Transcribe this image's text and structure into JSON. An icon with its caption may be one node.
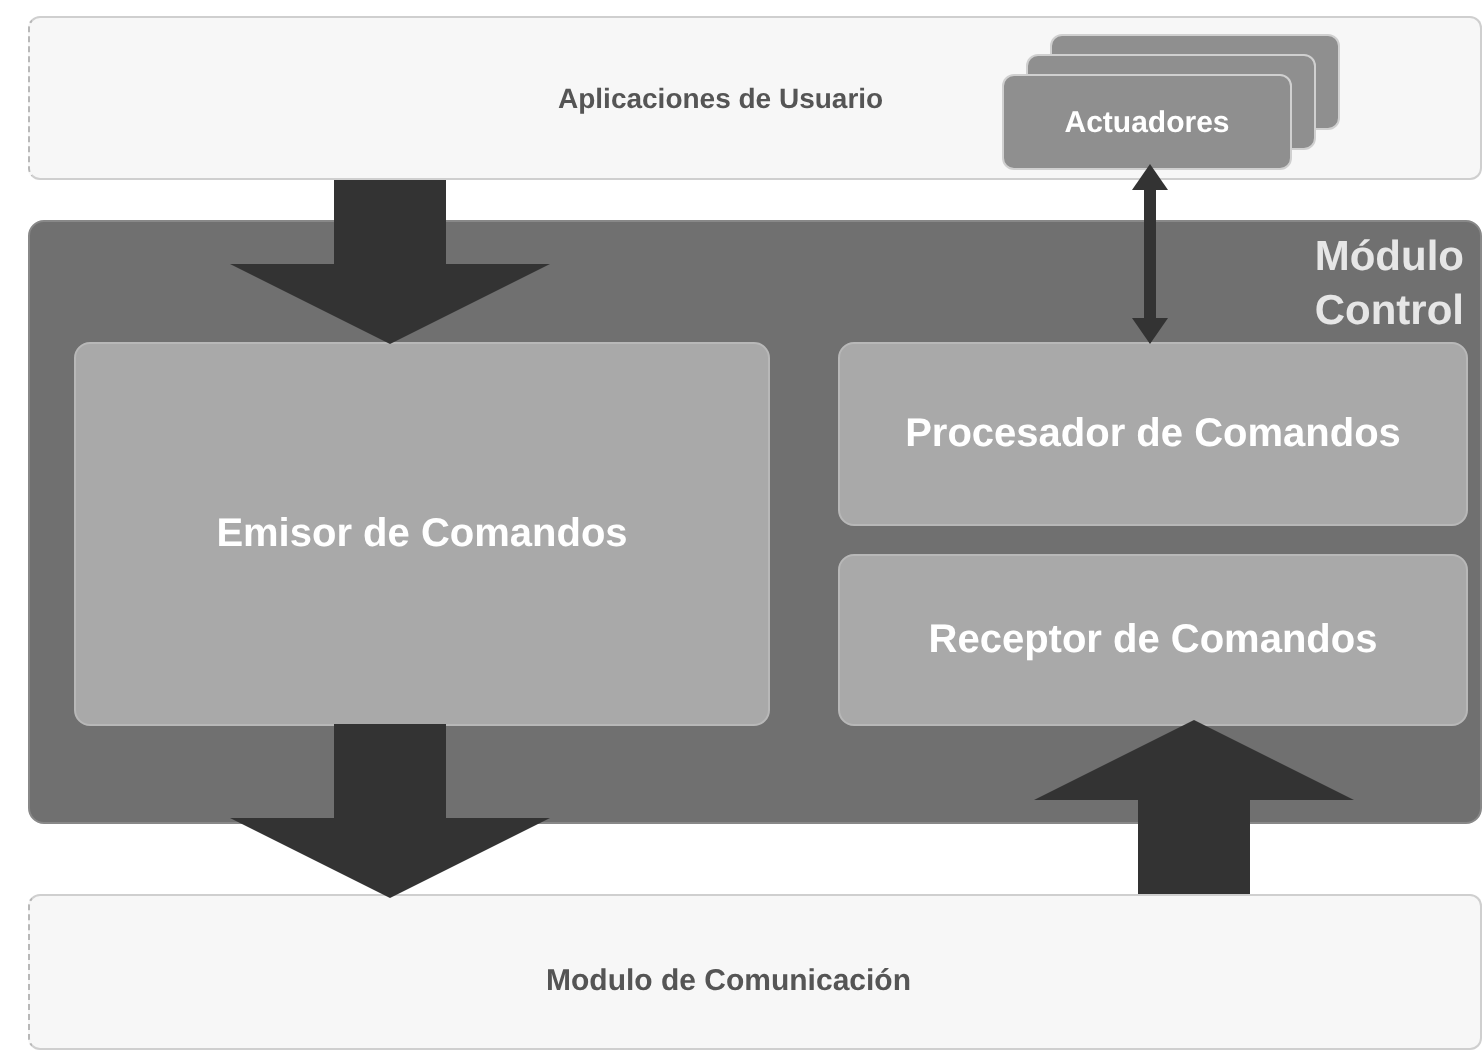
{
  "diagram": {
    "nodes": [
      {
        "text": [
          "Aplicaciones de Usuario"
        ]
      },
      {
        "text": [
          "Actuadores"
        ],
        "in": 0
      },
      {
        "text": [
          "Módulo Control"
        ]
      },
      {
        "text": [
          "Emisor de Comandos"
        ],
        "in": 2
      },
      {
        "text": [
          "Procesador de Comandos"
        ],
        "in": 2
      },
      {
        "text": [
          "Receptor de Comandos"
        ],
        "in": 2
      },
      {
        "text": [
          "Modulo de Comunicación"
        ]
      }
    ],
    "edges": [
      {
        "from": 0,
        "to": 3,
        "arrow": "to"
      },
      {
        "from": 1,
        "to": 4,
        "arrow": "both"
      },
      {
        "from": 3,
        "to": 6,
        "arrow": "to"
      },
      {
        "from": 6,
        "to": 5,
        "arrow": "to"
      }
    ]
  }
}
